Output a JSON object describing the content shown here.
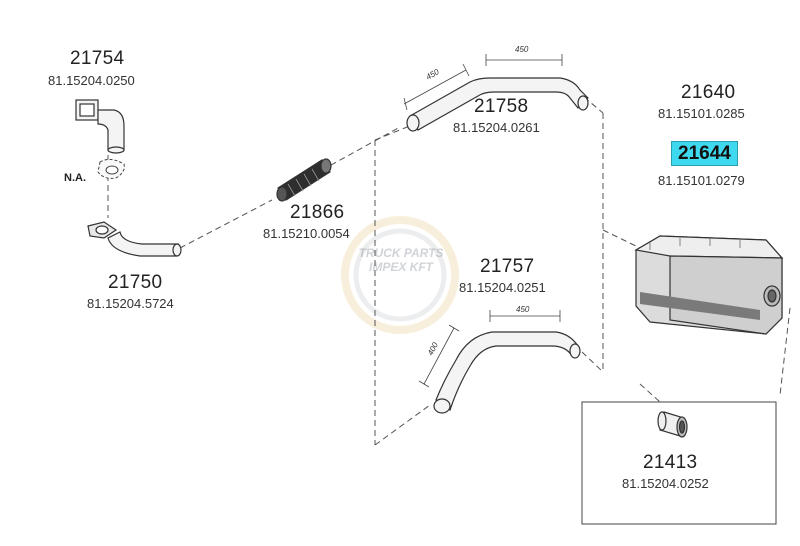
{
  "parts": {
    "p21754": {
      "number": "21754",
      "code": "81.15204.0250"
    },
    "na_label": "N.A.",
    "p21750": {
      "number": "21750",
      "code": "81.15204.5724"
    },
    "p21866": {
      "number": "21866",
      "code": "81.15210.0054"
    },
    "p21758": {
      "number": "21758",
      "code": "81.15204.0261",
      "dim_a": "450",
      "dim_b": "450"
    },
    "p21757": {
      "number": "21757",
      "code": "81.15204.0251",
      "dim_a": "400",
      "dim_b": "450"
    },
    "p21640": {
      "number": "21640",
      "code": "81.15101.0285"
    },
    "p21644": {
      "number": "21644",
      "code": "81.15101.0279"
    },
    "p21413": {
      "number": "21413",
      "code": "81.15204.0252"
    }
  },
  "watermark": {
    "line1": "TRUCK PARTS",
    "line2": "IMPEX KFT"
  },
  "colors": {
    "highlight": "#3fd9ef",
    "line": "#555555"
  }
}
